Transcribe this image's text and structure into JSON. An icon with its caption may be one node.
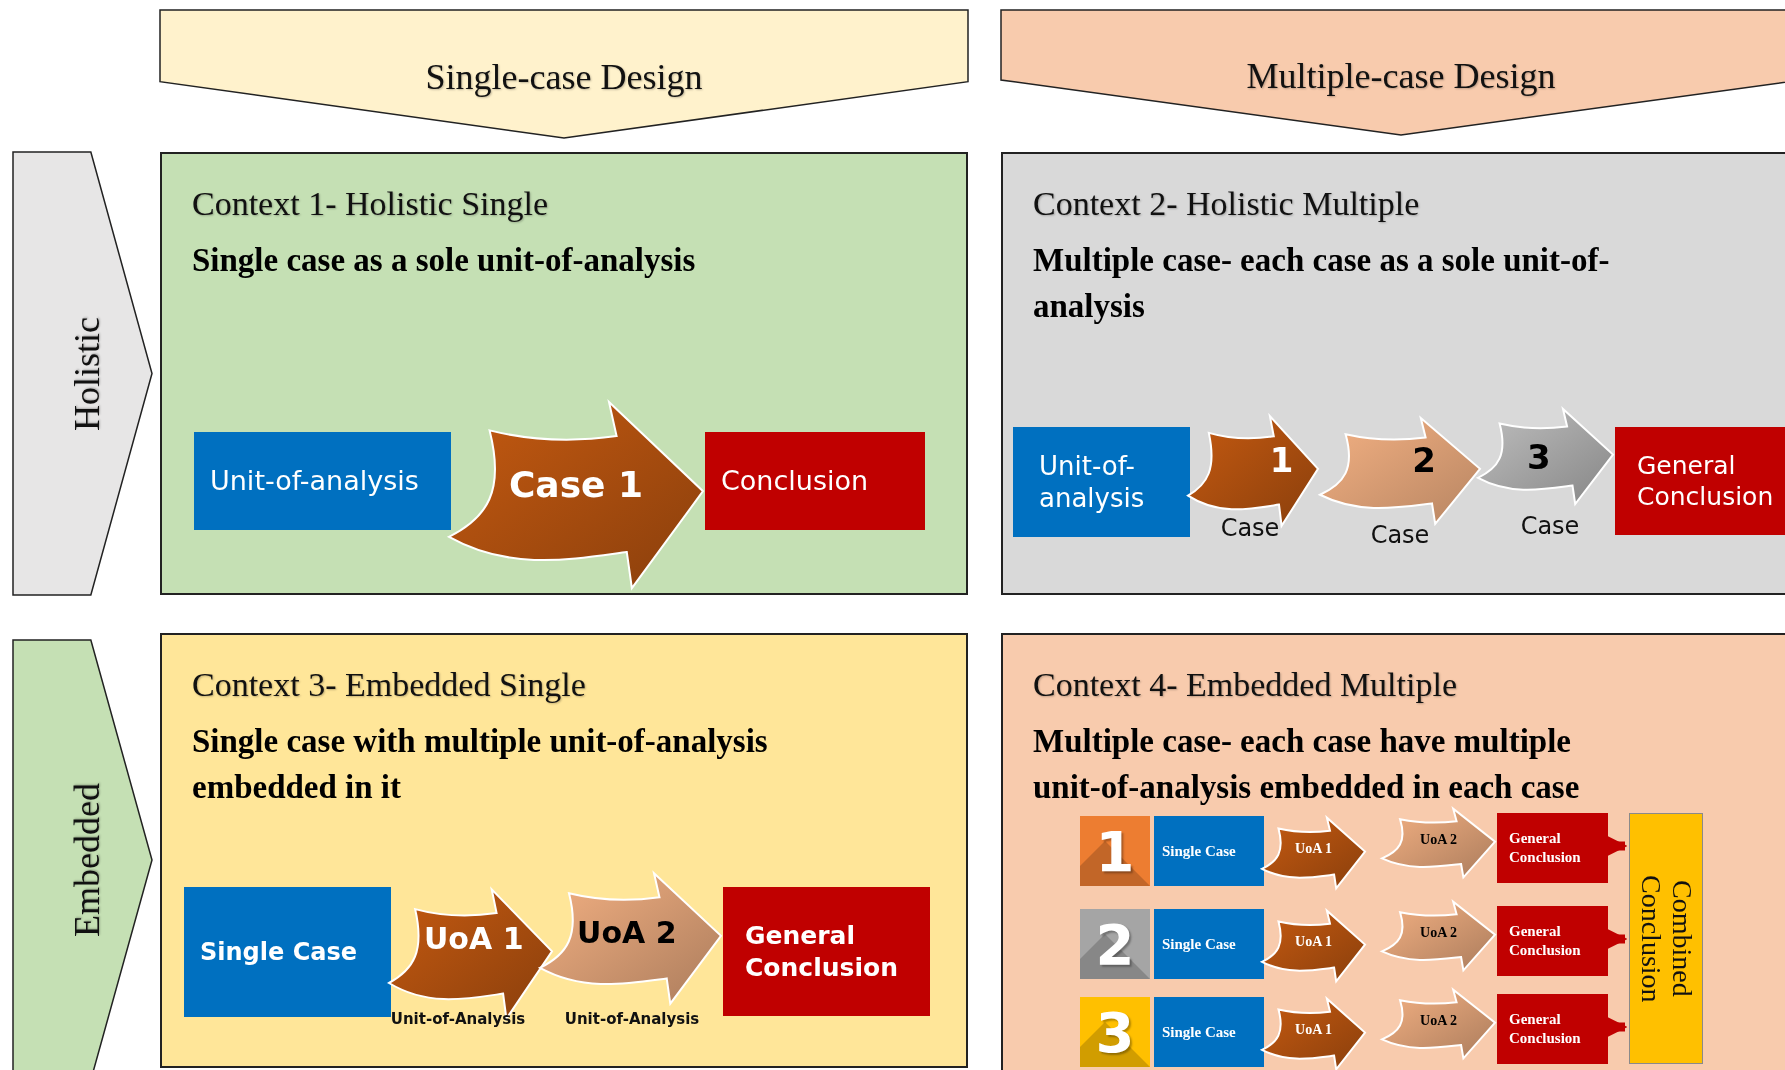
{
  "diagram": {
    "nodes": [
      {
        "text": [
          "Single-case Design"
        ]
      },
      {
        "text": [
          "Multiple-case Design"
        ]
      },
      {
        "text": [
          "Holistic"
        ]
      },
      {
        "text": [
          "Context 1- Holistic Single",
          "Single case as a sole unit-of-analysis"
        ]
      },
      {
        "text": [
          "Unit-of-analysis"
        ],
        "in": 3
      },
      {
        "text": [
          "Conclusion"
        ],
        "in": 3
      },
      {
        "text": [
          "Context 2- Holistic Multiple",
          "Multiple case- each case as a sole unit-of-analysis"
        ]
      },
      {
        "text": [
          "Unit-of- analysis"
        ],
        "in": 6
      },
      {
        "text": [
          "2"
        ],
        "in": 6,
        "beside": [
          "Case"
        ]
      },
      {
        "text": [
          "General Conclusion"
        ],
        "in": 6
      },
      {
        "text": [
          "Embedded"
        ]
      },
      {
        "text": [
          "Context 3- Embedded Single",
          "Single case with multiple unit-of-analysis embedded in it"
        ]
      },
      {
        "text": [
          "Single Case"
        ],
        "in": 11
      },
      {
        "text": [
          "General Conclusion"
        ],
        "in": 11
      },
      {
        "text": [
          "Context 4- Embedded Multiple",
          "Multiple case- each case have multiple unit-of-analysis embedded in each case"
        ]
      },
      {
        "text": [
          "1"
        ],
        "in": 14
      },
      {
        "text": [
          "Single Case"
        ],
        "in": 14
      },
      {
        "text": [
          "General Conclusion"
        ],
        "in": 14
      },
      {
        "text": [
          "2"
        ],
        "in": 14
      },
      {
        "text": [
          "Single Case"
        ],
        "in": 14
      },
      {
        "text": [
          "General Conclusion"
        ],
        "in": 14
      },
      {
        "text": [
          "3"
        ],
        "in": 14
      },
      {
        "text": [
          "Single Case"
        ],
        "in": 14
      },
      {
        "text": [
          "General Conclusion"
        ],
        "in": 14
      },
      {
        "text": [
          "Combined Conclusion"
        ],
        "in": 14
      }
    ],
    "edges": [
      {
        "from": 4,
        "to": 5,
        "arrow": "to",
        "label": "Case 1"
      },
      {
        "from": 7,
        "to": 8,
        "arrow": "to",
        "label": "1"
      },
      {
        "from": 8,
        "to": 9,
        "arrow": "to",
        "label": "3",
        "color": "#bfbfbf"
      },
      {
        "from": 12,
        "to": null,
        "arrow": "to",
        "label": "UoA 1"
      },
      {
        "from": null,
        "to": 13,
        "arrow": "to",
        "label": "UoA 2",
        "color": "#f4b183"
      },
      {
        "from": 16,
        "to": null,
        "arrow": "to",
        "label": "UoA 1"
      },
      {
        "from": null,
        "to": 17,
        "arrow": "to",
        "label": "UoA 2",
        "color": "#f4b183"
      },
      {
        "from": 17,
        "to": 24,
        "arrow": "to",
        "color": "#c00000"
      },
      {
        "from": 19,
        "to": null,
        "arrow": "to",
        "label": "UoA 1"
      },
      {
        "from": null,
        "to": 20,
        "arrow": "to",
        "label": "UoA 2",
        "color": "#f4b183"
      },
      {
        "from": 20,
        "to": 24,
        "arrow": "to",
        "color": "#c00000"
      },
      {
        "from": 22,
        "to": null,
        "arrow": "to",
        "label": "UoA 1"
      },
      {
        "from": null,
        "to": 23,
        "arrow": "to",
        "label": "UoA 2",
        "color": "#f4b183"
      },
      {
        "from": 23,
        "to": 24,
        "arrow": "to",
        "color": "#c00000"
      }
    ],
    "labels": [
      "Case",
      "Case",
      "Unit-of-Analysis",
      "Unit-of-Analysis"
    ]
  }
}
